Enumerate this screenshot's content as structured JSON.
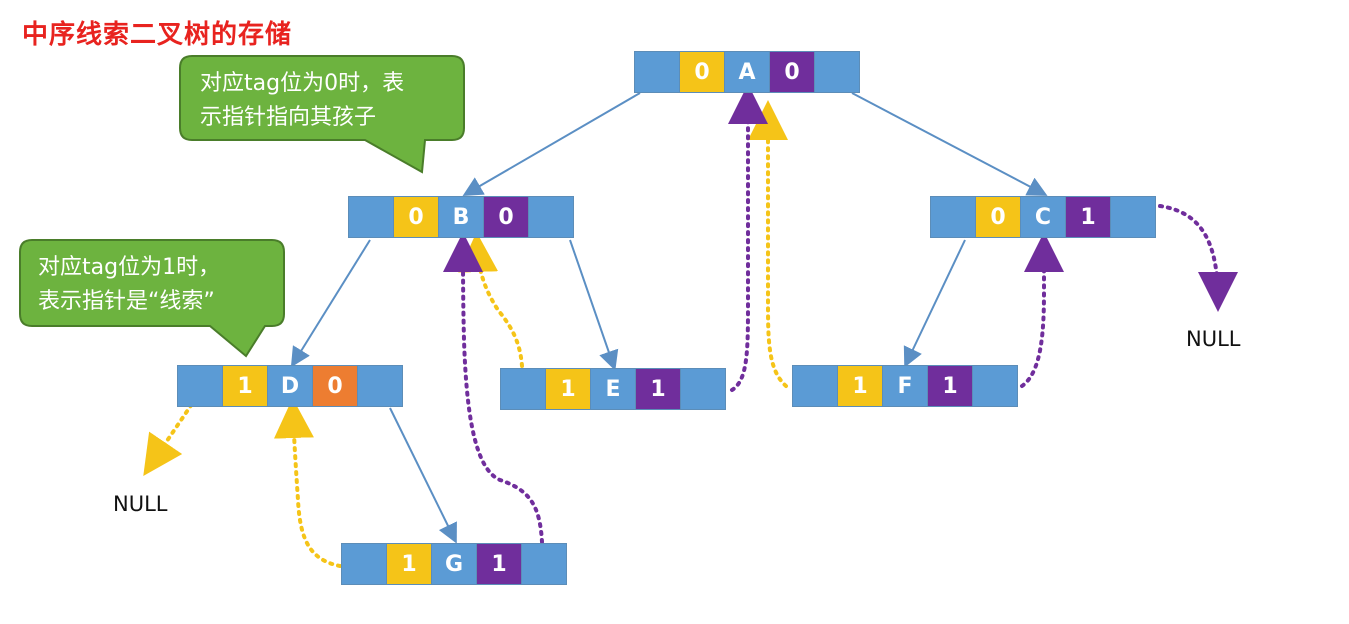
{
  "title": "中序线索二叉树的存储",
  "colors": {
    "pointer_cell": "#5b9bd5",
    "tag_zero": "#f5c418",
    "tag_one": "#702e9c",
    "tag_orange": "#ed7d31",
    "child_edge": "#5b8fc4",
    "thread_yellow": "#f5c418",
    "thread_purple": "#702e9c",
    "callout_fill": "#6db33f"
  },
  "callouts": [
    {
      "id": "tag0",
      "lines": [
        "对应tag位为0时，表",
        "示指针指向其孩子"
      ]
    },
    {
      "id": "tag1",
      "lines": [
        "对应tag位为1时，",
        "表示指针是“线索”"
      ]
    }
  ],
  "nodes": [
    {
      "id": "A",
      "ltag": "0",
      "data": "A",
      "rtag": "0"
    },
    {
      "id": "B",
      "ltag": "0",
      "data": "B",
      "rtag": "0"
    },
    {
      "id": "C",
      "ltag": "0",
      "data": "C",
      "rtag": "1"
    },
    {
      "id": "D",
      "ltag": "1",
      "data": "D",
      "rtag": "0"
    },
    {
      "id": "E",
      "ltag": "1",
      "data": "E",
      "rtag": "1"
    },
    {
      "id": "F",
      "ltag": "1",
      "data": "F",
      "rtag": "1"
    },
    {
      "id": "G",
      "ltag": "1",
      "data": "G",
      "rtag": "1"
    }
  ],
  "null_labels": {
    "right_of_C": "NULL",
    "left_of_D": "NULL"
  }
}
